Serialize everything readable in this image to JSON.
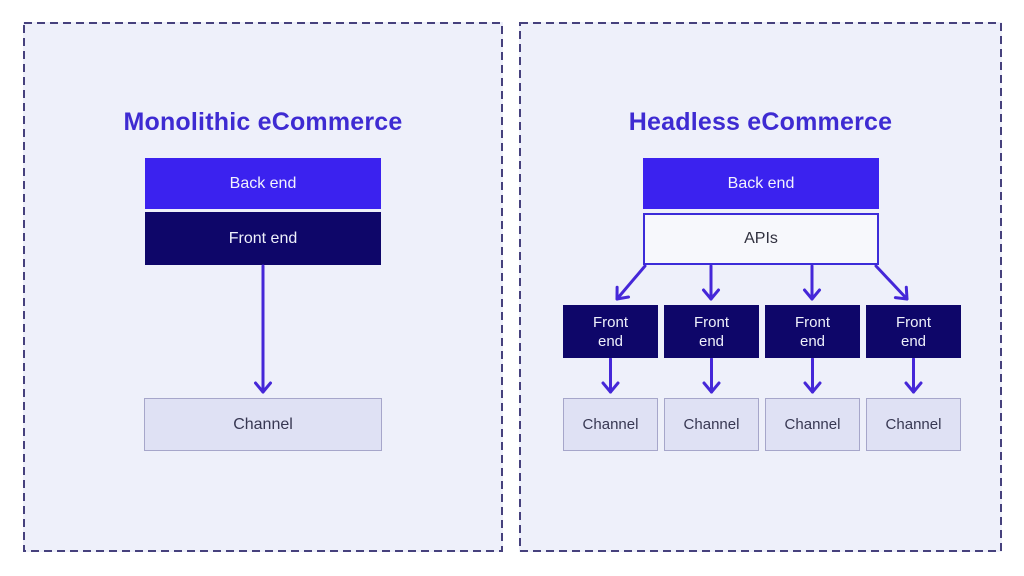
{
  "colors": {
    "accent": "#4527d8",
    "title_text": "#3e2bd2",
    "back_end_fill": "#3b22ef",
    "back_end_text": "#f2f2fd",
    "front_end_fill": "#0e0669",
    "front_end_text": "#eef0fb",
    "apis_fill": "#f7f8fc",
    "apis_border": "#3c2cd9",
    "apis_text": "#30303e",
    "channel_fill": "#dfe1f4",
    "channel_border": "#a6a6ca",
    "channel_text": "#373752",
    "panel_bg": "#eef0fa",
    "panel_border": "#46417d",
    "page_bg": "#ffffff"
  },
  "left_panel": {
    "title": "Monolithic eCommerce",
    "back_end_label": "Back end",
    "front_end_label": "Front end",
    "channel_label": "Channel"
  },
  "right_panel": {
    "title": "Headless eCommerce",
    "back_end_label": "Back end",
    "apis_label": "APIs",
    "front_end_labels": [
      "Front end",
      "Front end",
      "Front end",
      "Front end"
    ],
    "channel_labels": [
      "Channel",
      "Channel",
      "Channel",
      "Channel"
    ]
  }
}
